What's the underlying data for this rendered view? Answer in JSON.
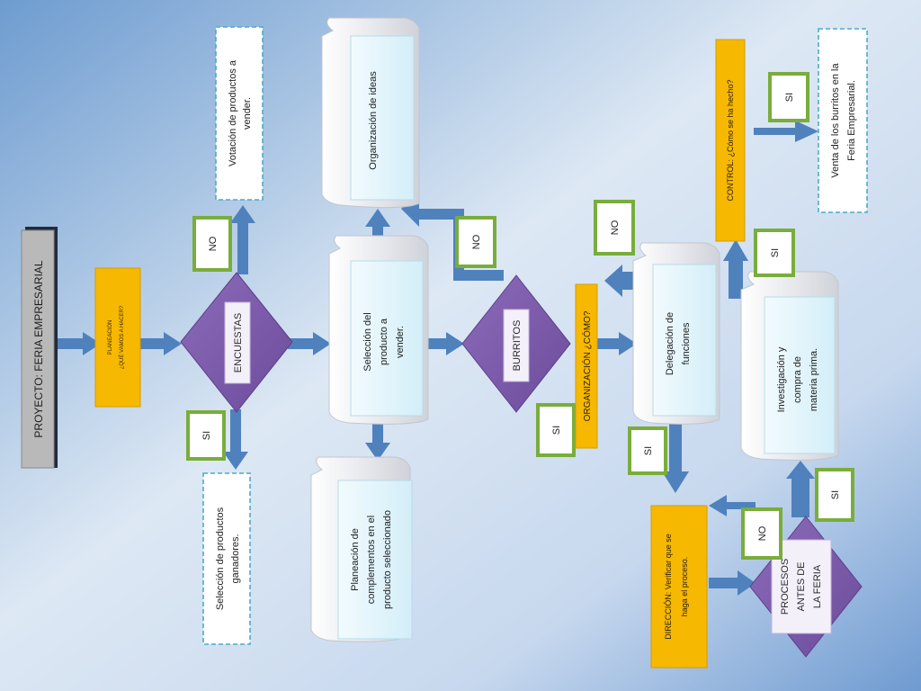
{
  "colors": {
    "arrow": "#4f81bd",
    "diamond": "#7a5ba8",
    "diamond_stroke": "#5c3f87",
    "yellow": "#f6b800",
    "green_border": "#79ad3c",
    "dashed_border": "#4bacc6",
    "panel": "#e8f6fb",
    "title_bar": "#b9b9b9"
  },
  "nodes": {
    "title": "PROYECTO: FERIA EMPRESARIAL",
    "planeacion_1": "PLANEACIÓN",
    "planeacion_2": "¿QUÉ VAMOS A HACER?",
    "encuestas": "ENCUESTAS",
    "votacion_1": "Votación de productos a",
    "votacion_2": "vender.",
    "seleccion_ganadores_1": "Selección de productos",
    "seleccion_ganadores_2": "ganadores.",
    "organizacion_ideas": "Organización de ideas",
    "seleccion_producto_1": "Selección del",
    "seleccion_producto_2": "producto a",
    "seleccion_producto_3": "vender.",
    "planeacion_complementos_1": "Planeación de",
    "planeacion_complementos_2": "complementos en el",
    "planeacion_complementos_3": "producto seleccionado",
    "burritos": "BURRITOS",
    "organizacion_como": "ORGANIZACIÓN ¿CÓMO?",
    "delegacion_1": "Delegación de",
    "delegacion_2": "funciones",
    "direccion_1": "DIRECCIÓN: Verificar que se",
    "direccion_2": "haga el proceso.",
    "procesos_1": "PROCESOS",
    "procesos_2": "ANTES DE",
    "procesos_3": "LA FERIA",
    "investigacion_1": "Investigación y",
    "investigacion_2": "compra de",
    "investigacion_3": "materia prima.",
    "control": "CONTROL: ¿Cómo se ha hecho?",
    "venta_1": "Venta de los burritos en la",
    "venta_2": "Feria Empresarial."
  },
  "labels": {
    "no_encuestas": "NO",
    "si_encuestas": "SI",
    "no_burritos": "NO",
    "si_burritos": "SI",
    "no_delegacion": "NO",
    "si_delegacion": "SI",
    "no_procesos": "NO",
    "si_procesos": "SI",
    "si_investigacion": "SI",
    "si_control": "SI"
  }
}
